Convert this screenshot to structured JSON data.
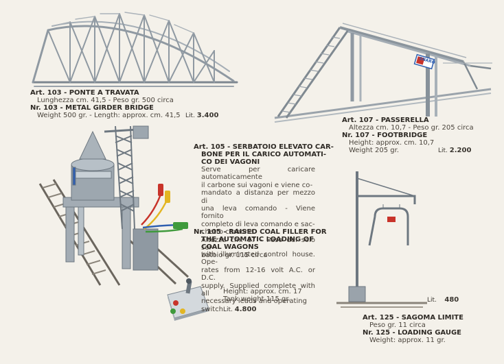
{
  "products": {
    "bridge": {
      "it_title": "Art. 103 - PONTE A TRAVATA",
      "it_specs": "Lunghezza cm. 41,5 - Peso gr. 500 circa",
      "en_title": "Nr. 103 - METAL GIRDER BRIDGE",
      "en_specs": "Weight 500 gr. - Length: approx. cm. 41,5",
      "price_label": "Lit.",
      "price": "3.400"
    },
    "footbridge": {
      "it_title": "Art. 107 - PASSERELLA",
      "it_specs": "Altezza cm. 10,7 - Peso gr. 205 circa",
      "en_title": "Nr. 107 - FOOTBRIDGE",
      "en_height": "Height: approx. cm. 10,7",
      "en_weight": "Weight 205 gr.",
      "price_label": "Lit.",
      "price": "2.200",
      "sign_text": "SNARO"
    },
    "coal": {
      "it_title_1": "Art. 105 - SERBATOIO ELEVATO CAR-",
      "it_title_2": "BONE PER IL CARICO AUTOMATI-",
      "it_title_3": "CO DEI VAGONI",
      "it_desc": [
        "Serve per caricare automaticamente",
        "il carbone sui vagoni e viene co-",
        "mandato a distanza per mezzo di",
        "una leva comando - Viene fornito",
        "completo di leva comando e sac-",
        "chetto carbone.",
        "Altezza cm. 17 - Peso del solo ser-",
        "batoio gr. 115 circa"
      ],
      "en_title_1": "Nr. 105 - RAISED COAL FILLER FOR",
      "en_title_2": "THE AUTOMATIC LOADING OF",
      "en_title_3": "COAL WAGONS",
      "en_desc": [
        "with illuminated control house. Ope-",
        "rates from 12-16 volt A.C. or D.C.",
        "supply. Supplied complete with all",
        "necessary leads and operating",
        "switch"
      ],
      "en_height": "Height: approx. cm. 17",
      "en_weight": "Tank weight 115 gr.",
      "price_label": "Lit.",
      "price": "4.800"
    },
    "gauge": {
      "price_label": "Lit.",
      "price": "480",
      "it_title": "Art. 125 - SAGOMA LIMITE",
      "it_specs": "Peso gr. 11 circa",
      "en_title": "Nr. 125 - LOADING GAUGE",
      "en_specs": "Weight: approx. 11 gr."
    }
  },
  "colors": {
    "paper": "#f4f1ea",
    "steel": "#8f99a2",
    "steel_dark": "#5e6871",
    "steel_light": "#b7c0c7",
    "red": "#c8332a",
    "blue": "#2f5fb0",
    "green": "#3f9a3c",
    "yellow": "#e3b623"
  }
}
